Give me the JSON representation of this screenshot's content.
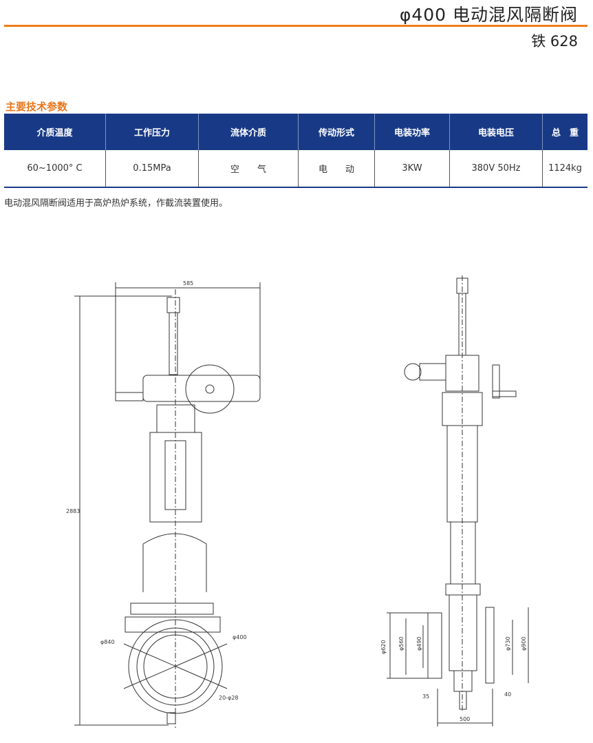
{
  "header": {
    "title": "φ400 电动混风隔断阀",
    "code": "铁 628"
  },
  "section_title": "主要技术参数",
  "table": {
    "headers": [
      "介质温度",
      "工作压力",
      "流体介质",
      "传动形式",
      "电装功率",
      "电装电压",
      "总　重"
    ],
    "row": [
      "60~1000° C",
      "0.15MPa",
      "空　　气",
      "电　　动",
      "3KW",
      "380V  50Hz",
      "1124kg"
    ]
  },
  "description": "电动混风隔断阀适用于高炉热炉系统，作截流装置使用。",
  "drawing": {
    "front": {
      "width": "585",
      "height": "2883",
      "outer_dia": "φ840",
      "inner_dia": "φ400",
      "bolts": "20-φ28"
    },
    "side": {
      "d620": "φ620",
      "d560": "φ560",
      "d490": "φ490",
      "d730": "φ730",
      "d900": "φ900",
      "gap_left": "35",
      "gap_right": "40",
      "length": "500"
    }
  }
}
